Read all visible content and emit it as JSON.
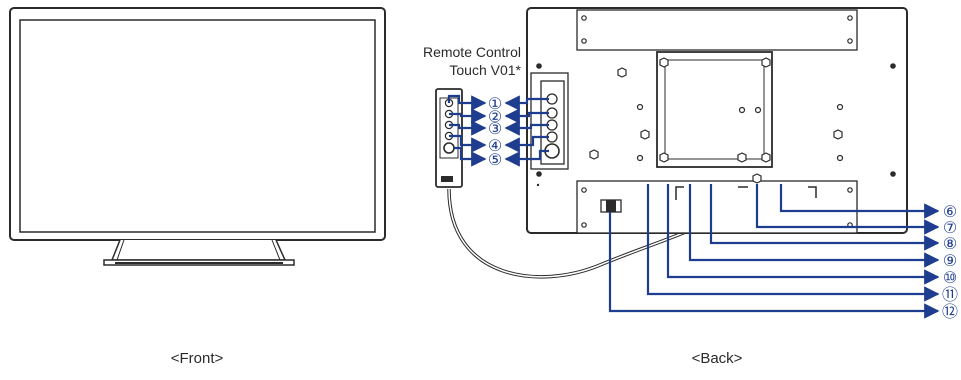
{
  "labels": {
    "front": "<Front>",
    "back": "<Back>",
    "remote_line1": "Remote Control",
    "remote_line2": "Touch V01*"
  },
  "remote_callouts": [
    "①",
    "②",
    "③",
    "④",
    "⑤"
  ],
  "back_callouts": [
    "⑥",
    "⑦",
    "⑧",
    "⑨",
    "⑩",
    "⑪",
    "⑫"
  ],
  "colors": {
    "outline": "#2b2b2b",
    "callout_line": "#1f3d8f",
    "callout_text": "#1f3d8f",
    "screen_fill": "#ffffff",
    "panel_fill": "#ffffff"
  }
}
